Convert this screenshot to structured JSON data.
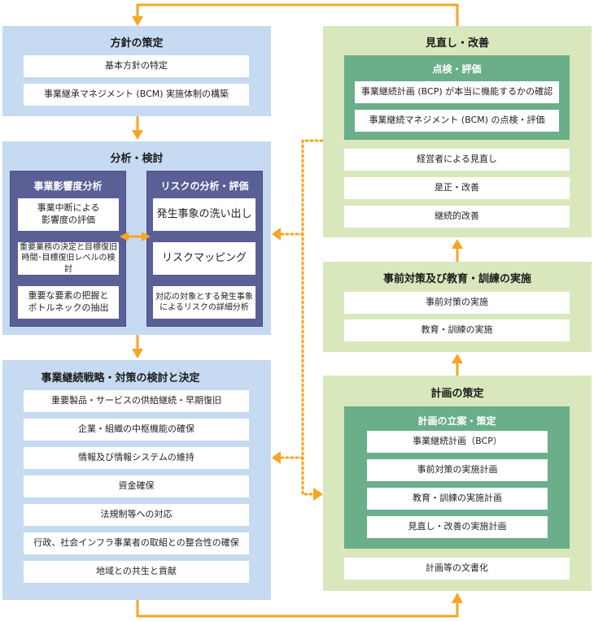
{
  "colors": {
    "blue_panel": "#c6dbf2",
    "green_panel": "#d8e8bc",
    "navy_box": "#5a5f96",
    "teal_box": "#6aae8a",
    "arrow": "#f5a623"
  },
  "left": {
    "policy": {
      "title": "方針の策定",
      "items": [
        "基本方針の特定",
        "事業継承マネジメント (BCM) 実施体制の構築"
      ]
    },
    "analysis": {
      "title": "分析・検討",
      "bia": {
        "title": "事業影響度分析",
        "items": [
          "事業中断による\n影響度の評価",
          "重要業務の決定と目標復旧\n時間･目標復旧レベルの検討",
          "重要な要素の把握と\nボトルネックの抽出"
        ]
      },
      "risk": {
        "title": "リスクの分析・評価",
        "items": [
          "発生事象の洗い出し",
          "リスクマッピング",
          "対応の対象とする発生事象\nによるリスクの詳細分析"
        ]
      }
    },
    "strategy": {
      "title": "事業継続戦略・対策の検討と決定",
      "items": [
        "重要製品・サービスの供給継続・早期復旧",
        "企業・組織の中枢機能の確保",
        "情報及び情報システムの維持",
        "資金確保",
        "法規制等への対応",
        "行政、社会インフラ事業者の取組との整合性の確保",
        "地域との共生と貢献"
      ]
    }
  },
  "right": {
    "review": {
      "title": "見直し・改善",
      "inspection": {
        "title": "点検・評価",
        "items": [
          "事業継続計画 (BCP) が本当に機能するかの確認",
          "事業継続マネジメント (BCM) の点検・評価"
        ]
      },
      "items": [
        "経営者による見直し",
        "是正・改善",
        "継続的改善"
      ]
    },
    "implementation": {
      "title": "事前対策及び教育・訓練の実施",
      "items": [
        "事前対策の実施",
        "教育・訓練の実施"
      ]
    },
    "planning": {
      "title": "計画の策定",
      "drafting": {
        "title": "計画の立案・策定",
        "items": [
          "事業継続計画（BCP）",
          "事前対策の実施計画",
          "教育・訓練の実施計画",
          "見直し・改善の実施計画"
        ]
      },
      "items": [
        "計画等の文書化"
      ]
    }
  }
}
